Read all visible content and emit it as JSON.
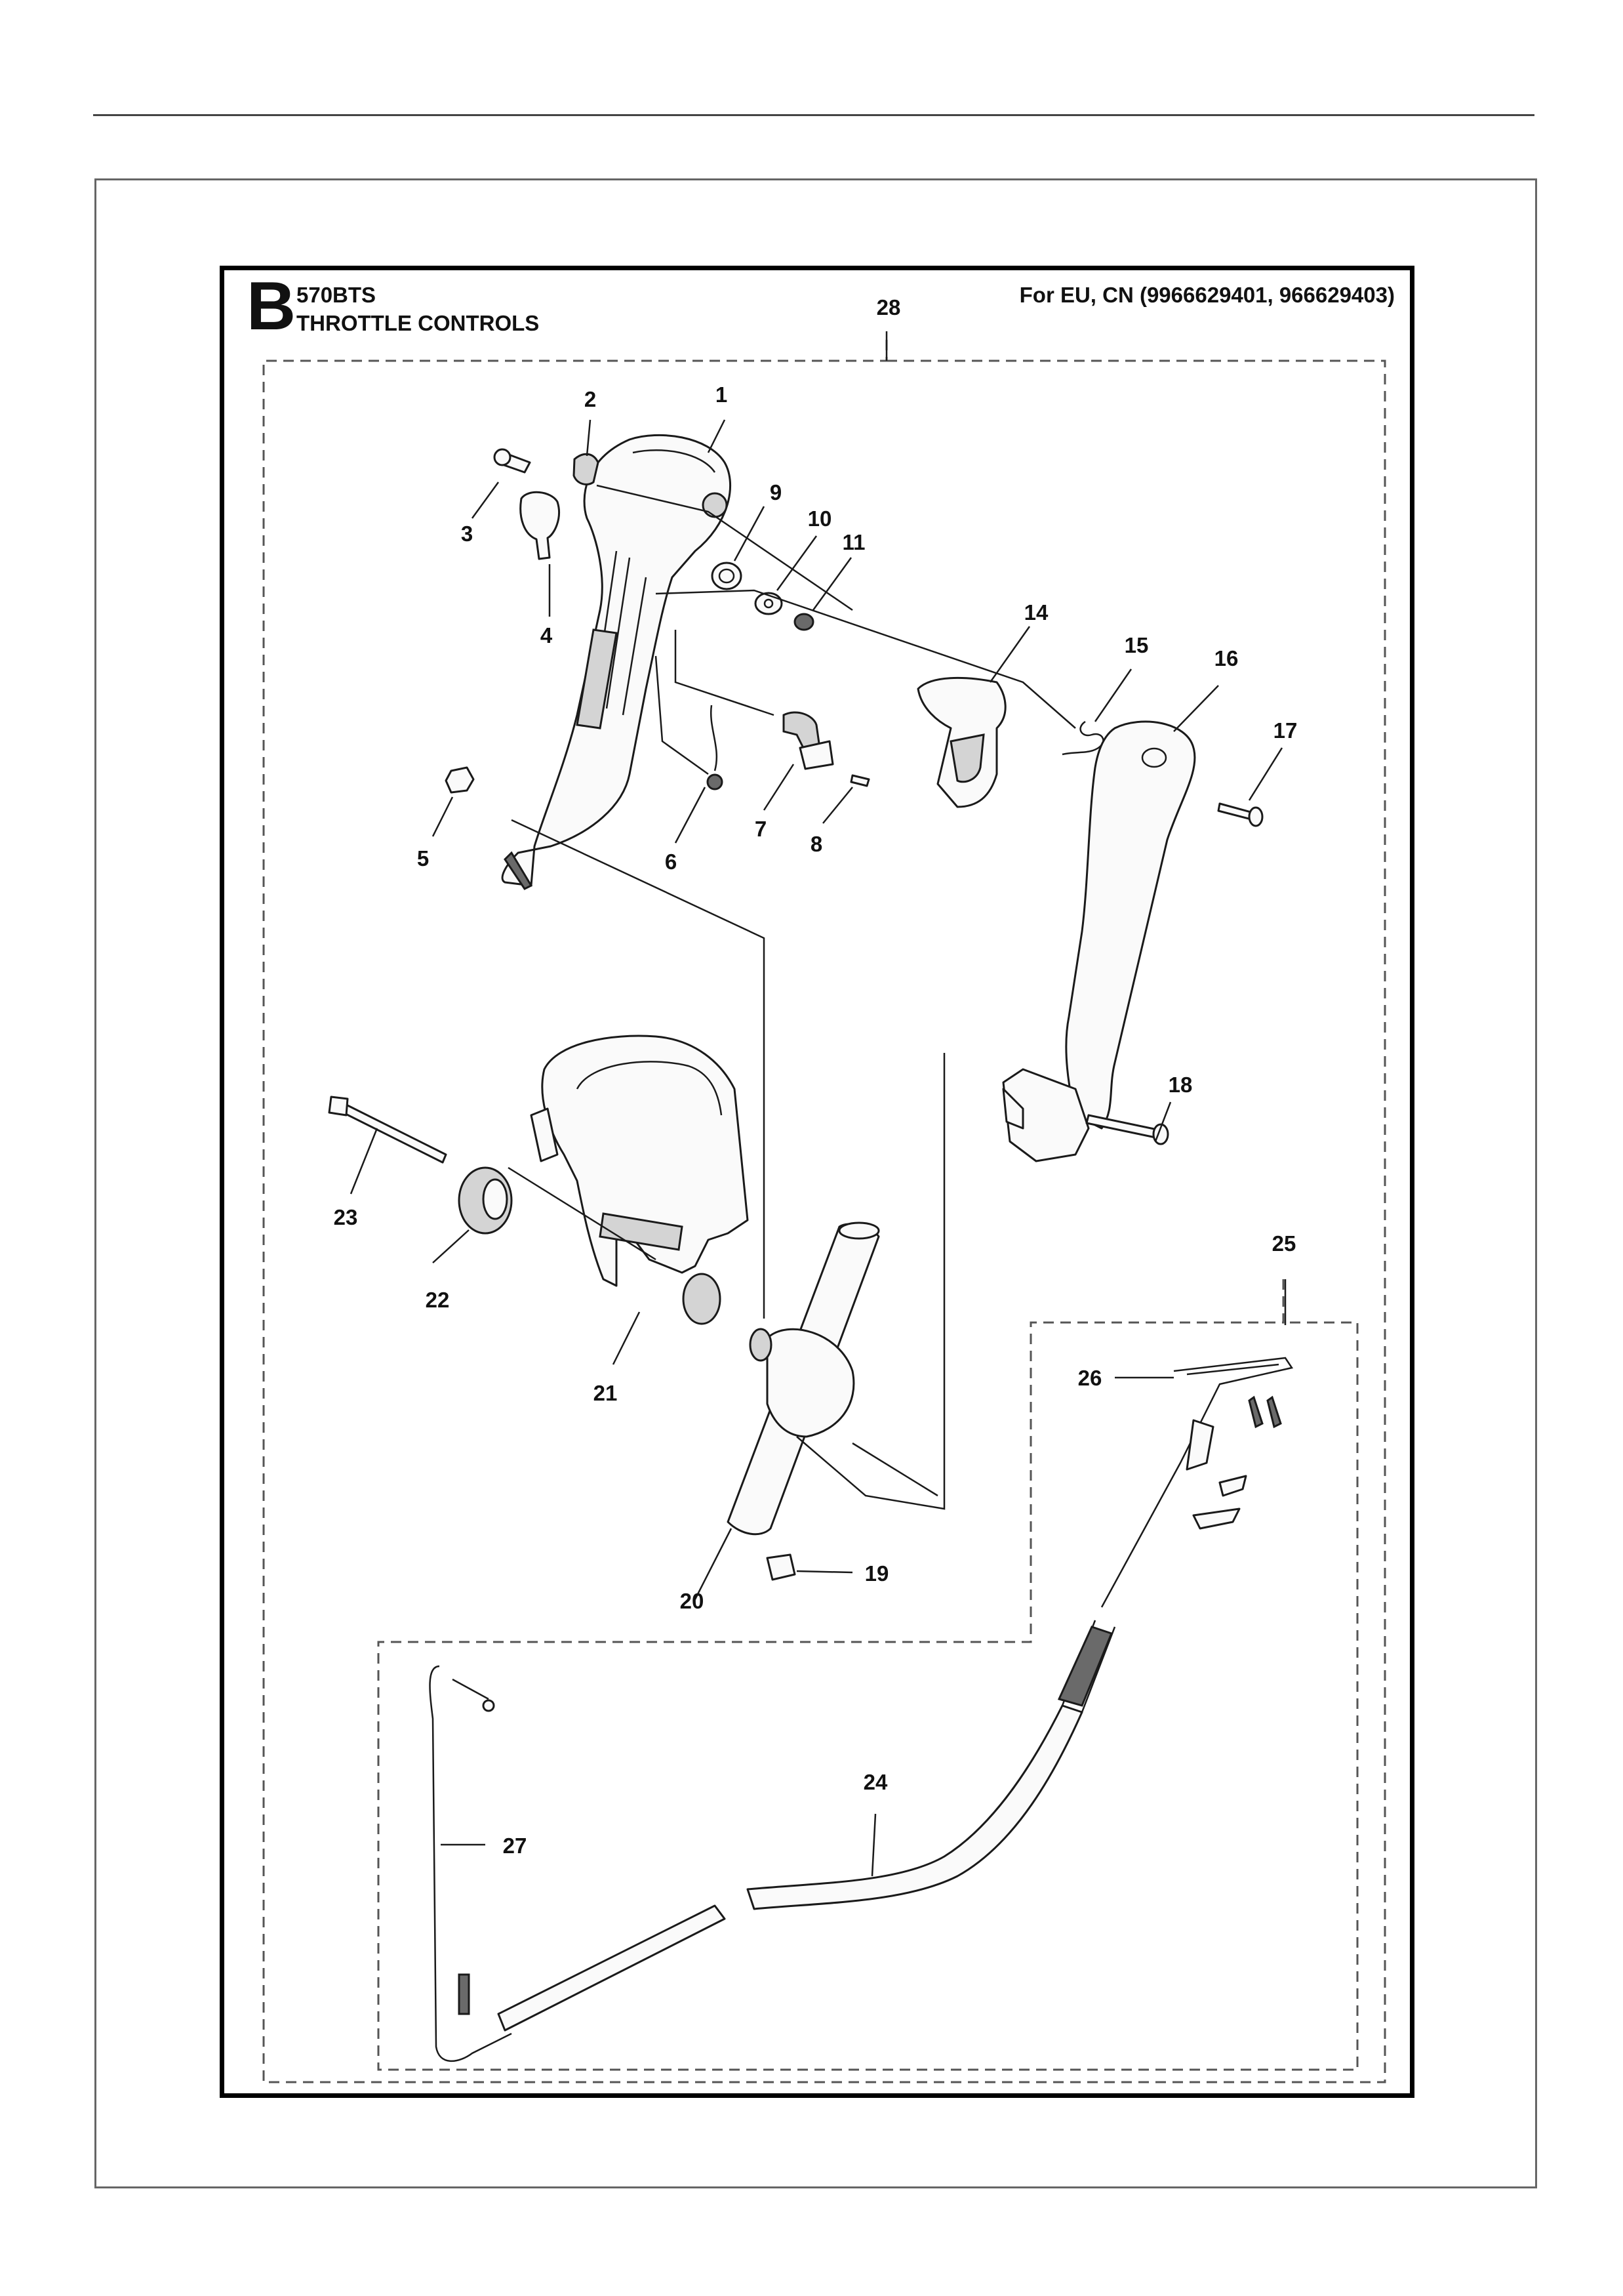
{
  "header": {
    "section_letter": "B",
    "model": "570BTS",
    "title": "THROTTLE CONTROLS",
    "market": "For EU, CN (9966629401, 966629403)"
  },
  "callouts": [
    "1",
    "2",
    "3",
    "4",
    "5",
    "6",
    "7",
    "8",
    "9",
    "10",
    "11",
    "14",
    "15",
    "16",
    "17",
    "18",
    "19",
    "20",
    "21",
    "22",
    "23",
    "24",
    "25",
    "26",
    "27",
    "28"
  ]
}
